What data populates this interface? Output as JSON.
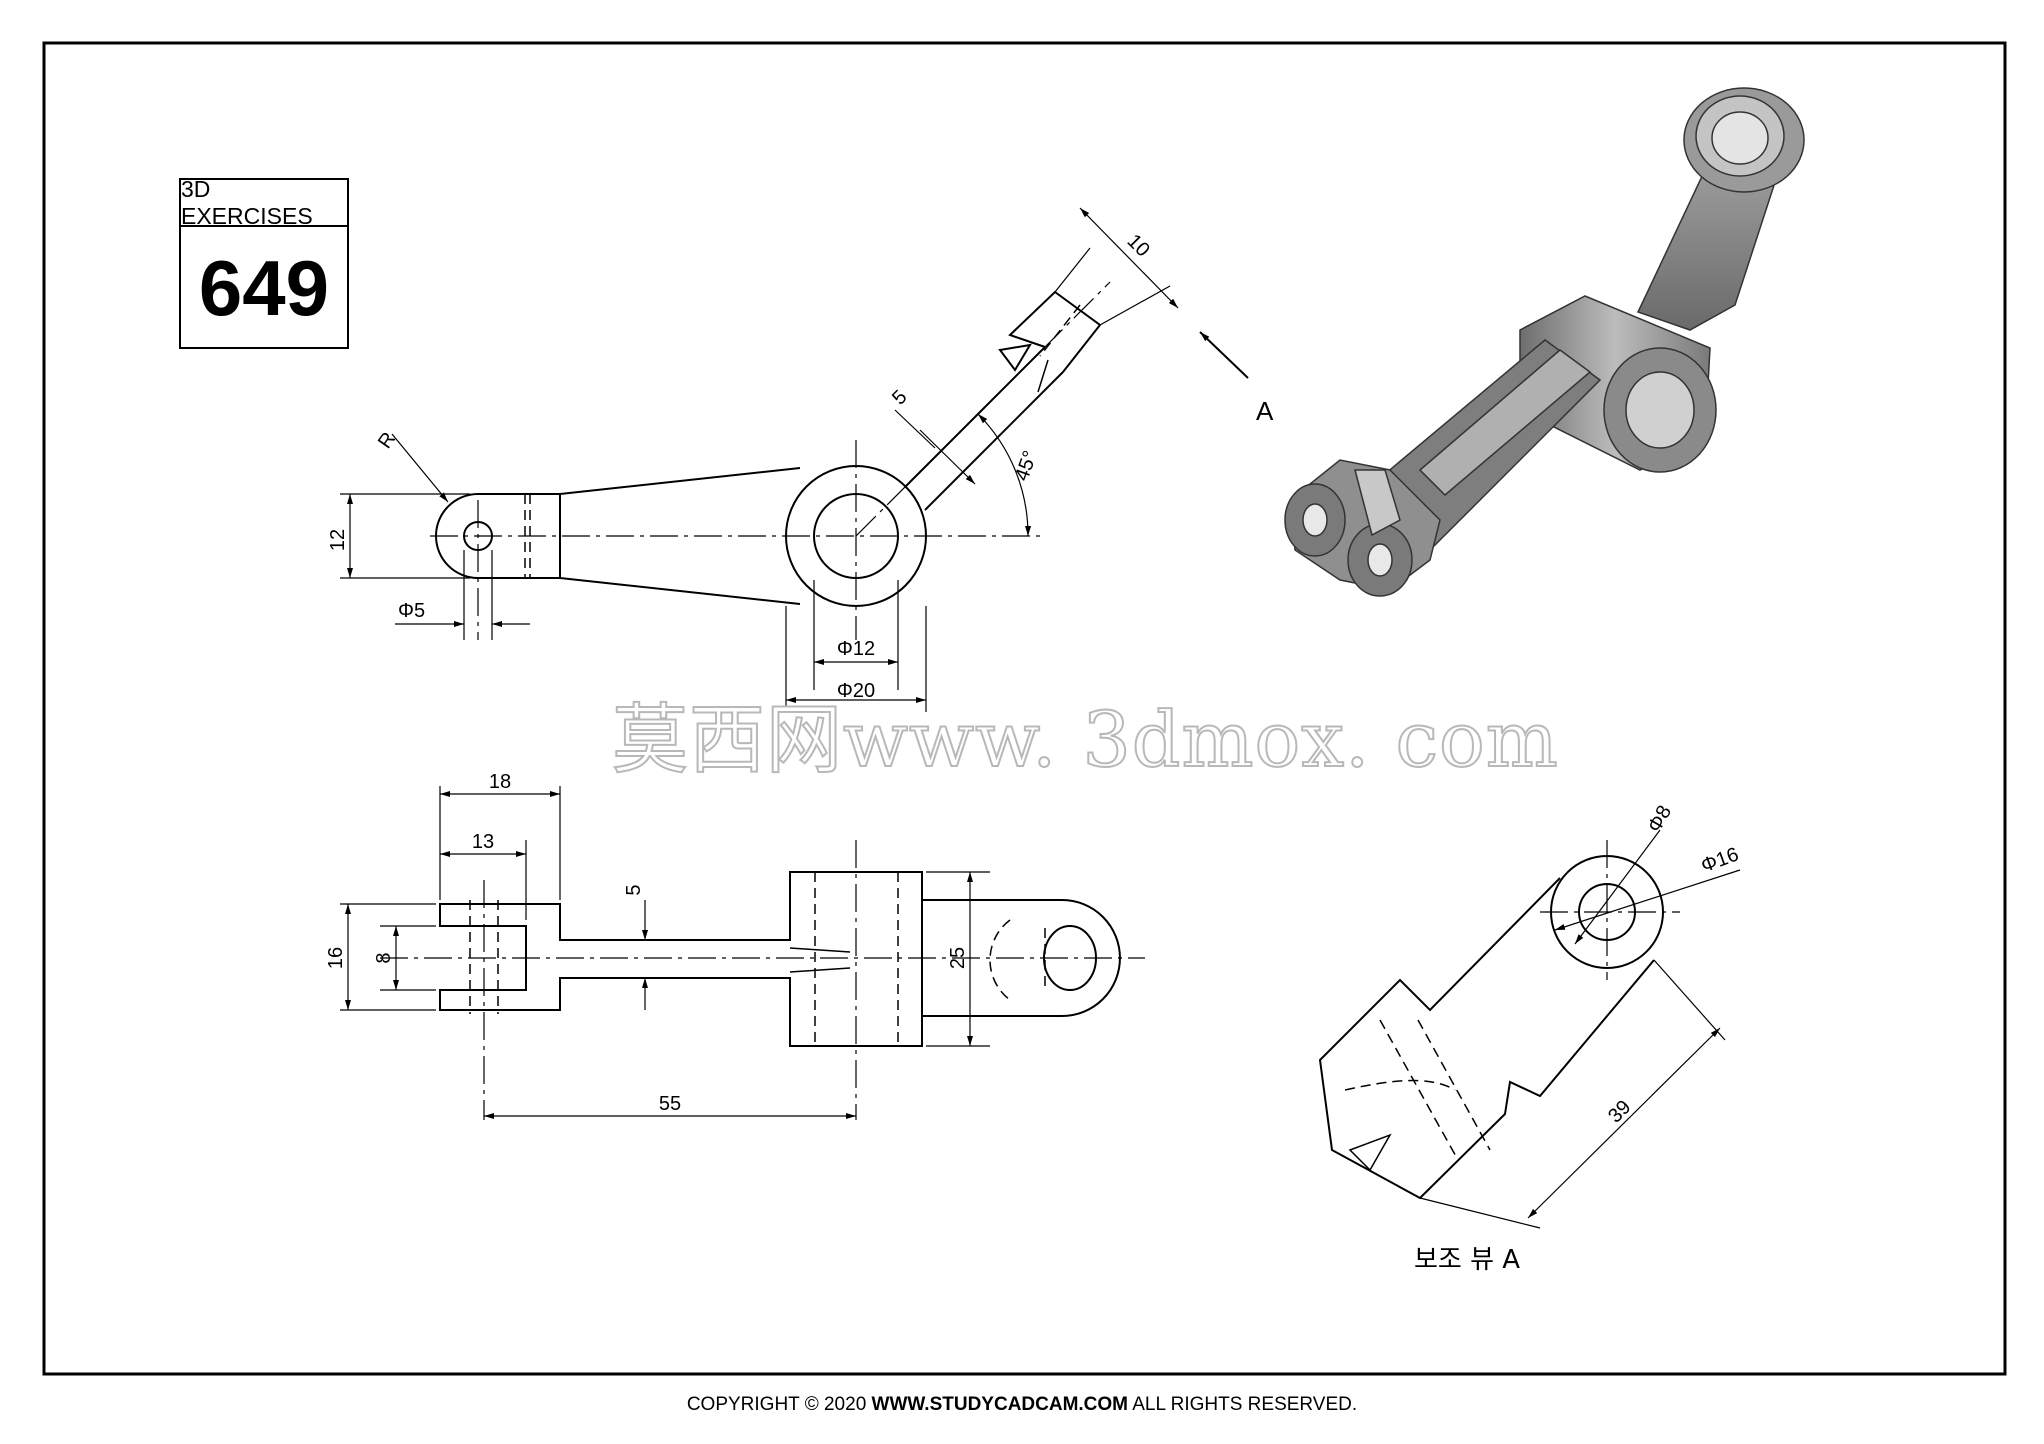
{
  "title_block": {
    "label": "3D EXERCISES",
    "number": "649"
  },
  "footer": {
    "prefix": "COPYRIGHT © 2020 ",
    "site": "WWW.STUDYCADCAM.COM",
    "suffix": " ALL RIGHTS RESERVED."
  },
  "watermark": "莫西网www. 3dmox. com",
  "front_view": {
    "dims": {
      "len10": "10",
      "dia5_slot": "5",
      "angle": "45°",
      "r": "R",
      "h12": "12",
      "d5": "Φ5",
      "d12": "Φ12",
      "d20": "Φ20"
    },
    "arrow_label": "A"
  },
  "top_view": {
    "dims": {
      "w18": "18",
      "w13": "13",
      "t5": "5",
      "h16": "16",
      "h8": "8",
      "d25": "25",
      "l55": "55"
    }
  },
  "aux_view": {
    "dims": {
      "d8": "Φ8",
      "d16": "Φ16",
      "l39": "39"
    },
    "caption": "보조 뷰 A"
  },
  "colors": {
    "line": "#000000",
    "iso_fill": "#8c8c8c",
    "iso_dark": "#5a5a5a",
    "iso_light": "#c8c8c8",
    "watermark": "#b8b8b8"
  }
}
